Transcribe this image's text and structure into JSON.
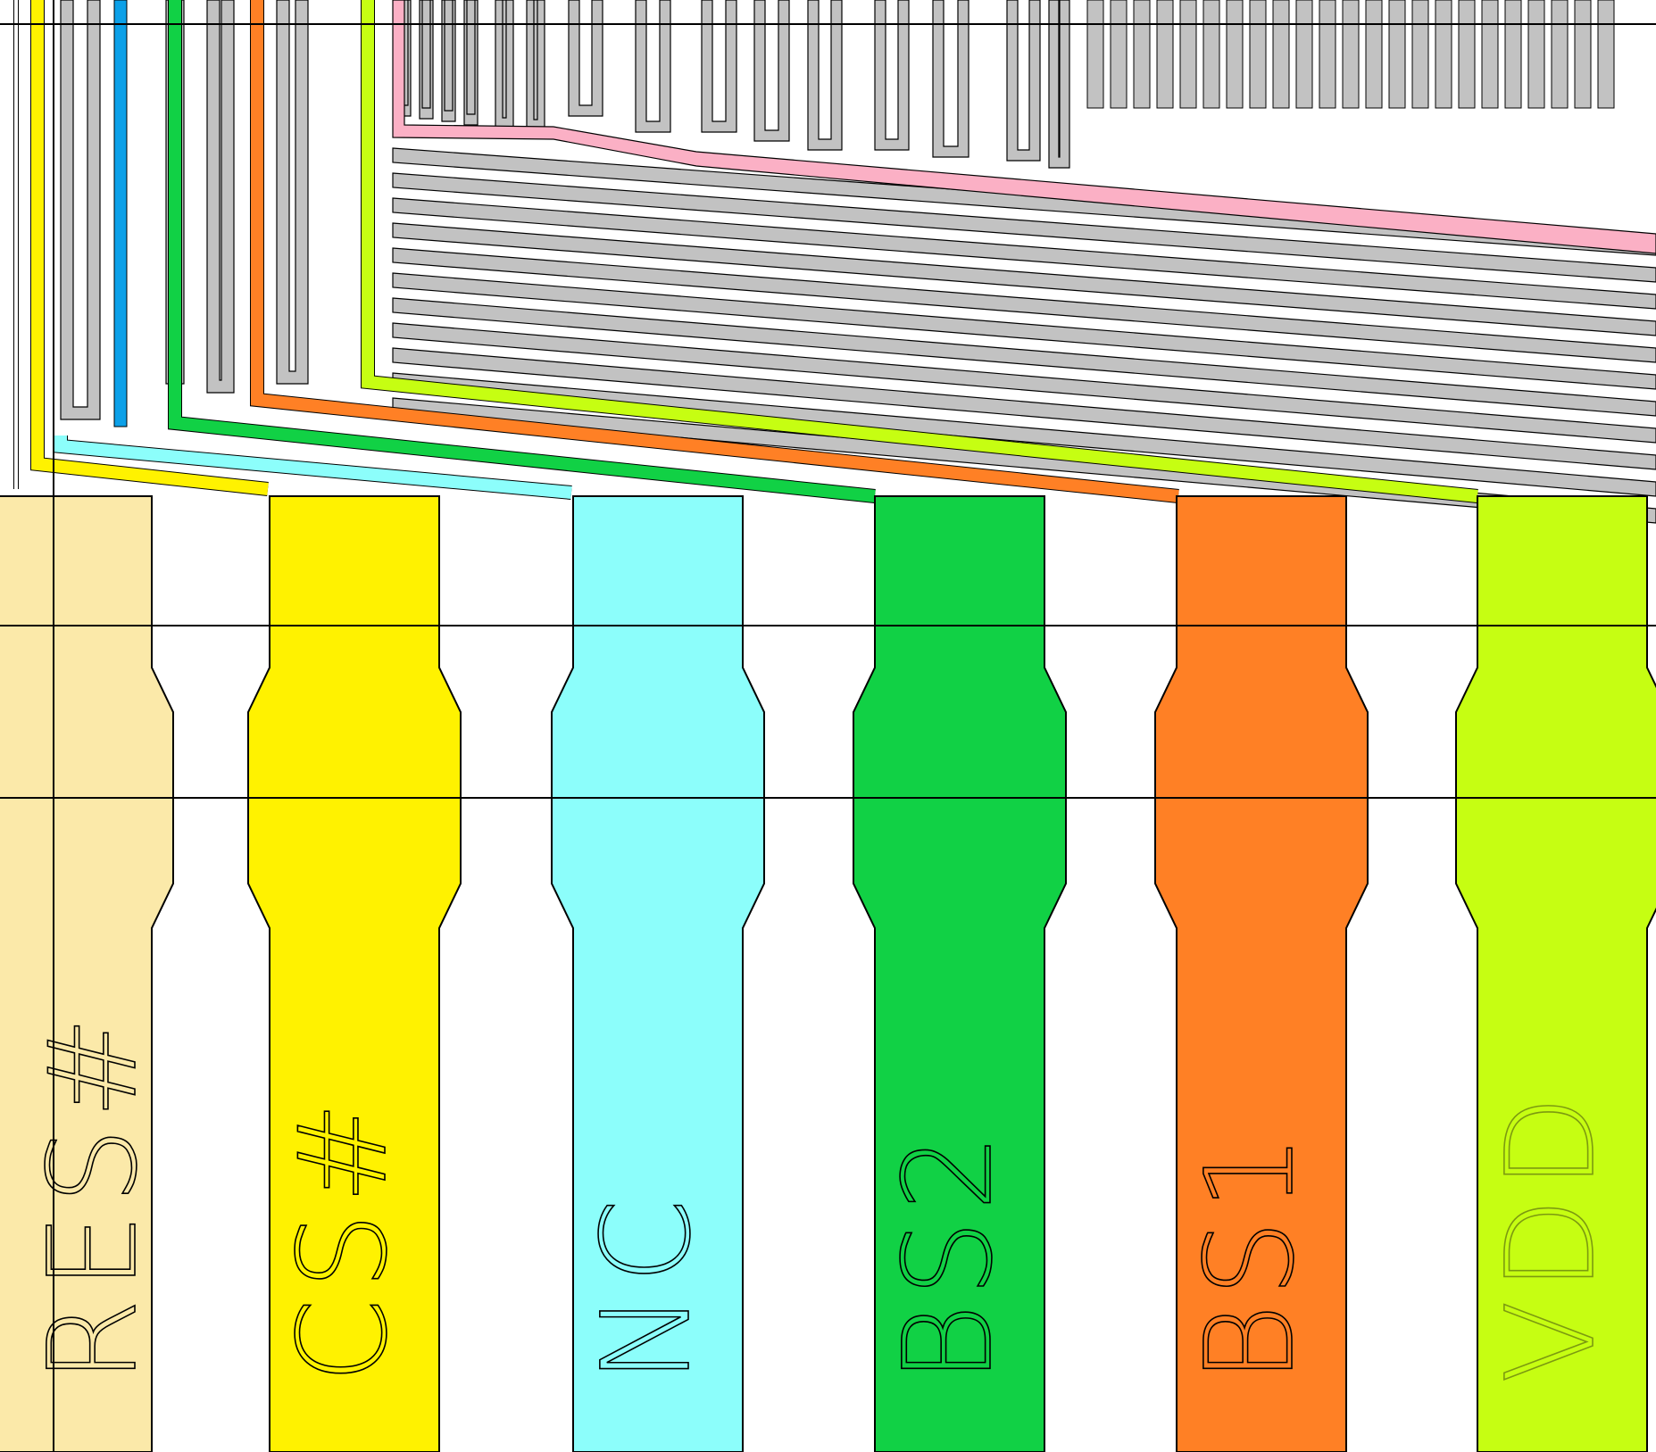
{
  "colors": {
    "background": "#ffffff",
    "outline": "#000000",
    "trace_gray": "#c2c2c2",
    "RES#": "#fbe9a9",
    "CS#": "#fff200",
    "NC": "#8cfefb",
    "BS2": "#11d145",
    "BS1": "#ff8025",
    "VDD": "#c6fe12",
    "blue_trace": "#0ca0e8",
    "pink_trace": "#fbb0c5"
  },
  "pads": [
    {
      "label": "RES#",
      "color": "#fbe9a9",
      "text_color": "#000000"
    },
    {
      "label": "CS#",
      "color": "#fff200",
      "text_color": "#000000"
    },
    {
      "label": "NC",
      "color": "#8cfefb",
      "text_color": "#000000"
    },
    {
      "label": "BS2",
      "color": "#11d145",
      "text_color": "#000000"
    },
    {
      "label": "BS1",
      "color": "#ff8025",
      "text_color": "#000000"
    },
    {
      "label": "VDD",
      "color": "#c6fe12",
      "text_color": "#7c9a10"
    }
  ]
}
